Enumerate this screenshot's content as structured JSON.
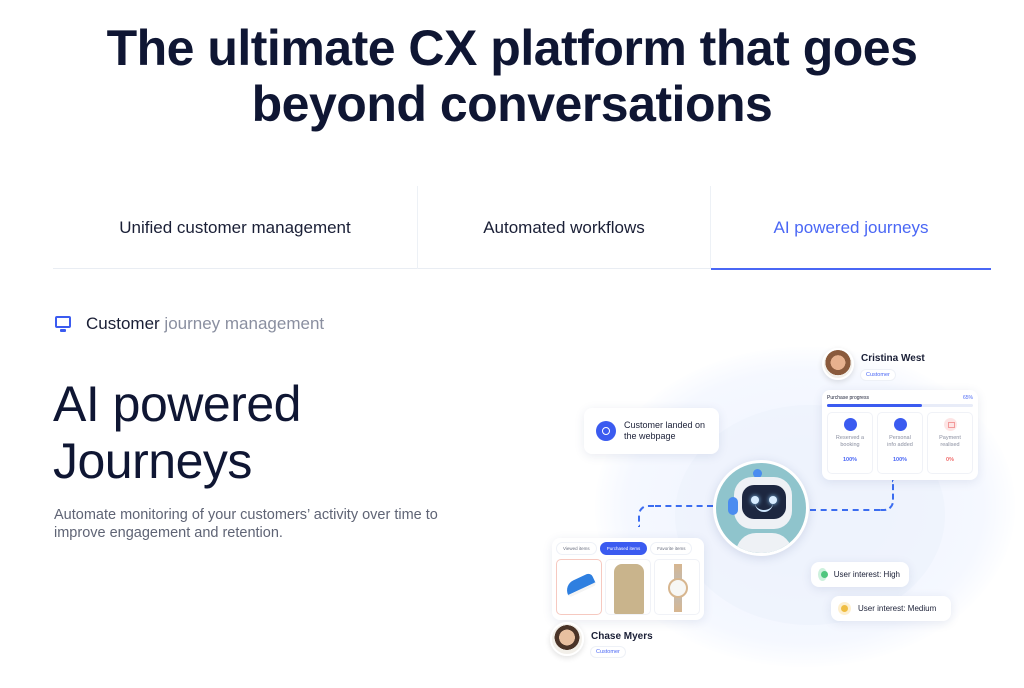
{
  "hero": {
    "title_line1": "The ultimate CX platform that goes",
    "title_line2": "beyond conversations"
  },
  "tabs": [
    {
      "label": "Unified customer management",
      "active": false
    },
    {
      "label": "Automated workflows",
      "active": false
    },
    {
      "label": "AI powered journeys",
      "active": true
    }
  ],
  "section": {
    "eyebrow_icon": "monitor-icon",
    "eyebrow_strong": "Customer",
    "eyebrow_muted": " journey management",
    "title_line1": "AI powered",
    "title_line2": "Journeys",
    "description": "Automate monitoring of your customers’ activity over time to improve engagement and retention."
  },
  "illustration": {
    "event_card": {
      "icon": "globe-icon",
      "text_line1": "Customer landed on",
      "text_line2": "the webpage"
    },
    "customer_top": {
      "name": "Cristina West",
      "badge": "Customer"
    },
    "progress": {
      "label": "Purchase progress",
      "percent": "65%",
      "steps": [
        {
          "icon": "home-icon",
          "label_line1": "Reserved a",
          "label_line2": "booking",
          "value": "100%"
        },
        {
          "icon": "user-icon",
          "label_line1": "Personal",
          "label_line2": "info added",
          "value": "100%"
        },
        {
          "icon": "payment-card-icon",
          "label_line1": "Payment",
          "label_line2": "realised",
          "value": "0%"
        }
      ]
    },
    "items_card": {
      "tabs": [
        "Viewed items",
        "Purchased items",
        "Favorite items"
      ],
      "active_tab": "Purchased items",
      "products": [
        "sneaker",
        "t-shirt",
        "wristwatch"
      ]
    },
    "customer_bottom": {
      "name": "Chase Myers",
      "badge": "Customer"
    },
    "interest": [
      {
        "icon": "smiley-green-icon",
        "text": "User interest: High"
      },
      {
        "icon": "smiley-yellow-icon",
        "text": "User interest: Medium"
      }
    ]
  },
  "colors": {
    "accent": "#3b5bf0",
    "heading": "#0f1633",
    "muted": "#8a8fa0",
    "alert": "#f06a6a"
  }
}
